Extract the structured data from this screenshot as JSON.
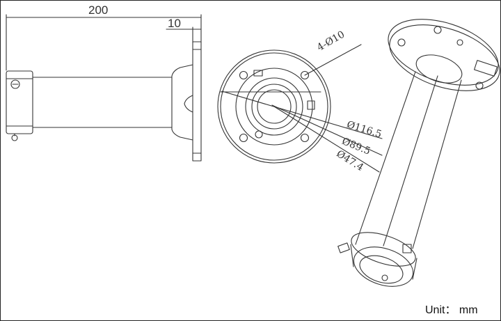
{
  "dimensions": {
    "overall_length": "200",
    "flange_thickness": "10",
    "mount_holes": "4-Ø10",
    "flange_diameter": "Ø116.5",
    "bolt_circle_diameter": "Ø89.5",
    "tube_diameter": "Ø47.4"
  },
  "unit_label": "Unit： mm",
  "colors": {
    "line": "#333333",
    "border": "#222222",
    "background": "#ffffff"
  }
}
